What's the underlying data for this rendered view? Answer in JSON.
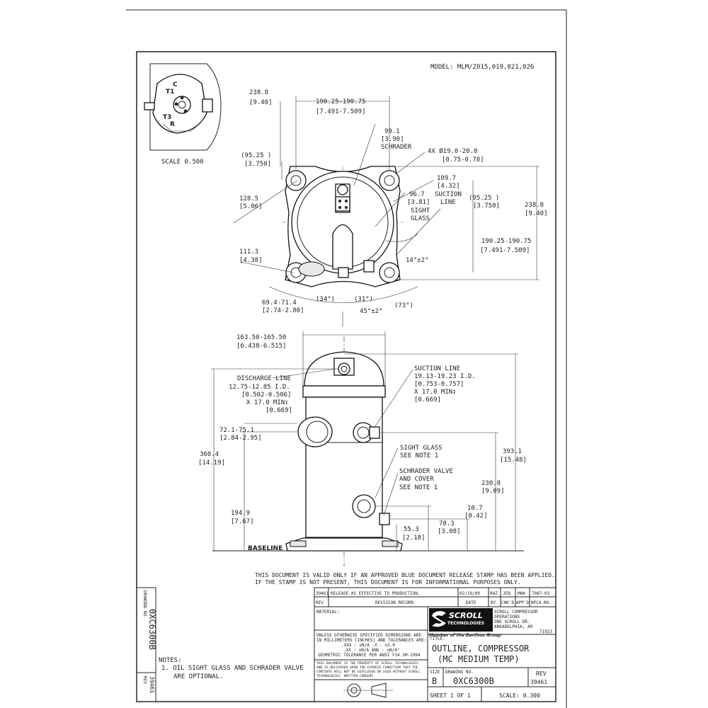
{
  "model": "MODEL: MLM/Z015,019,021,026",
  "scale_view": {
    "labels": [
      "T1",
      "C",
      "T3",
      "R"
    ],
    "scale": "SCALE  0.500"
  },
  "top_view": {
    "dim_238_8_left": [
      "238.8",
      "[9.40]"
    ],
    "dim_190_top": [
      "190.25-190.75",
      "[7.491-7.509]"
    ],
    "dim_99_1": [
      "99.1",
      "[3.90]",
      "SCHRADER"
    ],
    "dim_holes": [
      "4X Ø19.0-20.0",
      "[0.75-0.78]"
    ],
    "dim_95_left": [
      "(95.25   )",
      "[3.750]"
    ],
    "dim_109_7": [
      "109.7",
      "[4.32]"
    ],
    "dim_96_7": [
      "96.7",
      "[3.81]",
      "SIGHT",
      "GLASS"
    ],
    "suction_line": [
      "SUCTION",
      "LINE"
    ],
    "dim_95_right": [
      "(95.25   )",
      "[3.750]"
    ],
    "dim_238_8_right": [
      "238.8",
      "[9.40]"
    ],
    "dim_128_5": [
      "128.5",
      "[5.06]"
    ],
    "dim_190_right": [
      "190.25-190.75",
      "[7.491-7.509]"
    ],
    "dim_111_3": [
      "111.3",
      "[4.38]"
    ],
    "dim_14": "14°±2°",
    "dim_34": "(34°)",
    "dim_31": "(31°)",
    "dim_73": "(73°)",
    "dim_45": "45°±2°",
    "dim_69": [
      "69.4-71.4",
      "[2.74-2.80]"
    ]
  },
  "side_view": {
    "dim_163": [
      "163.50-165.50",
      "[6.438-6.515]"
    ],
    "discharge_line": [
      "DISCHARGE LINE",
      "12.75-12.85 I.D.",
      "[0.502-0.506]",
      "X 17.0 MIN↧",
      "[0.669]"
    ],
    "suction_line": [
      "SUCTION LINE",
      "19.13-19.23 I.D.",
      "[0.753-0.757]",
      "X 17.0 MIN↧",
      "[0.669]"
    ],
    "dim_72": [
      "72.1-75.1",
      "[2.84-2.95]"
    ],
    "dim_360": [
      "360.4",
      "[14.19]"
    ],
    "dim_393": [
      "393.1",
      "[15.48]"
    ],
    "sight_glass": [
      "SIGHT GLASS",
      "SEE NOTE 1"
    ],
    "schrader_valve": [
      "SCHRADER VALVE",
      "AND COVER",
      "SEE NOTE 1"
    ],
    "dim_230": [
      "230.8",
      "[9.09]"
    ],
    "dim_194": [
      "194.9",
      "[7.67]"
    ],
    "dim_10_7": [
      "10.7",
      "[0.42]"
    ],
    "dim_78_3": [
      "78.3",
      "[3.08]"
    ],
    "dim_55_3": [
      "55.3",
      "[2.18]"
    ],
    "baseline": "BASELINE"
  },
  "validity_notice": [
    "THIS DOCUMENT IS VALID ONLY IF AN APPROVED BLUE DOCUMENT RELEASE STAMP HAS BEEN APPLIED.",
    "IF THE STAMP IS NOT PRESENT, THIS DOCUMENT IS FOR INFORMATIONAL PURPOSES ONLY."
  ],
  "revision_block": {
    "rev": "39461",
    "description": "RELEASE AS EFFECTIVE TO PRODUCTION.",
    "date": "02/19/09",
    "by": "RAZ",
    "chkd": "JEB",
    "appd": "MHA",
    "npca": "7087-03",
    "headers": [
      "REV",
      "REVISION RECORD",
      "DATE",
      "BY",
      "CHK'D",
      "APP'D",
      "NPCA NO."
    ]
  },
  "material_label": "MATERIAL:",
  "logo": {
    "brand": "SCROLL",
    "brand2": "TECHNOLOGIES",
    "tagline": "Member of the Danfoss Group"
  },
  "company": [
    "SCROLL COMPRESSOR",
    "OPERATIONS",
    "ONE SCROLL DR.",
    "ARKADELPHIA, AR",
    "71923"
  ],
  "tolerances": [
    "UNLESS OTHERWISE SPECIFIED DIMENSIONS ARE",
    "IN MILLIMETERS [INCHES] AND TOLERANCES ARE:",
    ".XXX : ±N/A   .X : ±3.0",
    ".XX : ±N/A  ANG : ±N/A°",
    "GEOMETRIC TOLERANCE PER ANSI Y14.5M-1994"
  ],
  "proprietary": [
    "THIS DOCUMENT IS THE PROPERTY OF SCROLL TECHNOLOGIES",
    "AND IS DELIVERED UPON THE EXPRESS CONDITION THAT THE",
    "CONTENTS WILL NOT BE DISCLOSED OR USED WITHOUT SCROLL",
    "TECHNOLOGIES' WRITTEN CONSENT."
  ],
  "title_label": "TITLE:",
  "title": [
    "OUTLINE, COMPRESSOR",
    "(MC MEDIUM TEMP)"
  ],
  "size_label": "SIZE",
  "size": "B",
  "drawing_no_label": "DRAWING NO.",
  "drawing_no": "0XC6300B",
  "rev_label": "REV",
  "rev": "39461",
  "sheet": "SHEET 1 OF 1",
  "scale": "SCALE: 0.300",
  "side_strip": {
    "drawing_no_label": "DRAWING NO.",
    "drawing_no": "0XC6300B",
    "rev_label": "REV",
    "rev": "39461"
  },
  "notes": [
    "NOTES:",
    "1. OIL SIGHT GLASS AND SCHRADER VALVE",
    "ARE OPTIONAL."
  ]
}
